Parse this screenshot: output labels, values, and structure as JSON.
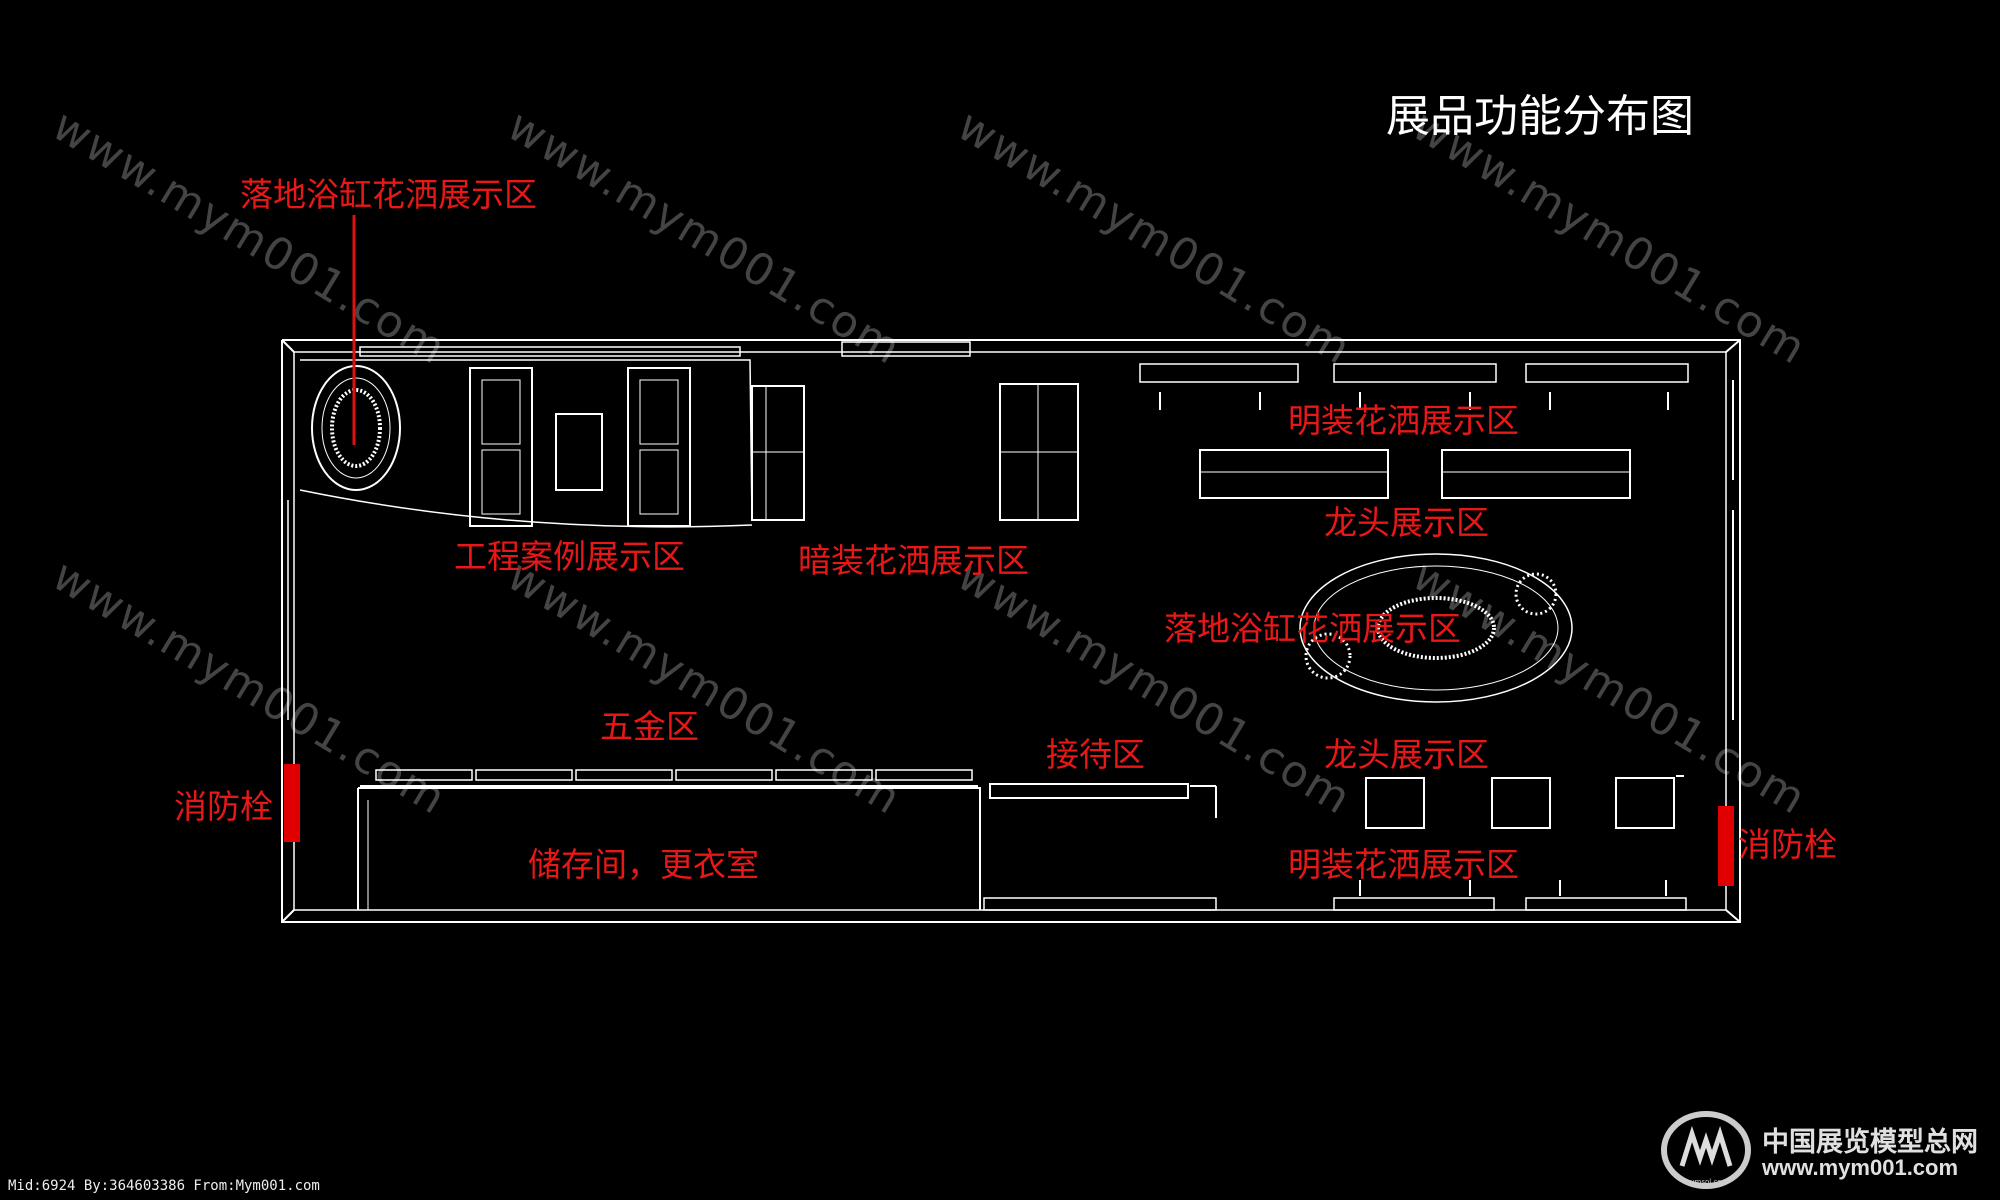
{
  "title": "展品功能分布图",
  "watermark_text": "www.mym001.com",
  "zones": {
    "floor_tub_top": "落地浴缸花洒展示区",
    "engineering": "工程案例展示区",
    "concealed_shower": "暗装花洒展示区",
    "exposed_shower_top": "明装花洒展示区",
    "faucet_top": "龙头展示区",
    "floor_tub_center": "落地浴缸花洒展示区",
    "hardware": "五金区",
    "reception": "接待区",
    "faucet_bottom": "龙头展示区",
    "storage": "储存间，更衣室",
    "exposed_shower_bottom": "明装花洒展示区",
    "hydrant_left": "消防栓",
    "hydrant_right": "消防栓"
  },
  "footer": "Mid:6924 By:364603386 From:Mym001.com",
  "brand": {
    "name_cn": "中国展览模型总网",
    "url": "www.mym001.com",
    "logo_text": "mymsol.com"
  },
  "colors": {
    "background": "#000000",
    "line": "#ffffff",
    "label": "#e81818",
    "hydrant": "#e00000",
    "watermark": "#444444"
  }
}
